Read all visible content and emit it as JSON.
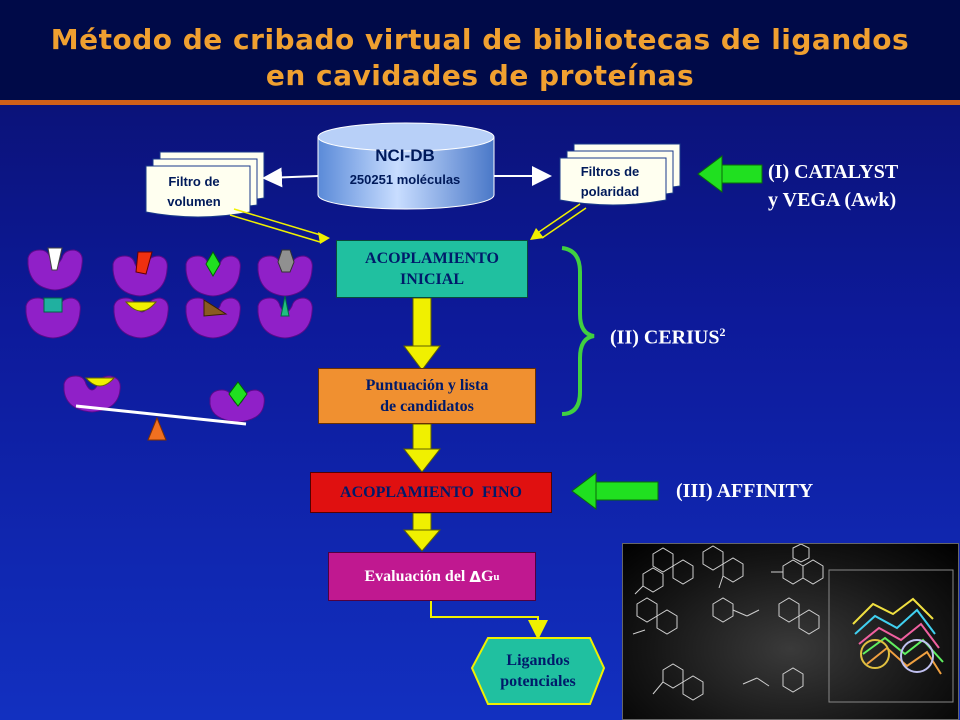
{
  "title": {
    "line1": "Método de cribado virtual de bibliotecas de ligandos",
    "line2": "en cavidades de proteínas"
  },
  "database": {
    "name": "NCI-DB",
    "count": "250251 moléculas"
  },
  "filters": {
    "volume_line1": "Filtro de",
    "volume_line2": "volumen",
    "polarity_line1": "Filtros de",
    "polarity_line2": "polaridad"
  },
  "steps": {
    "initial_docking_line1": "ACOPLAMIENTO",
    "initial_docking_line2": "INICIAL",
    "scoring_line1": "Puntuación y lista",
    "scoring_line2": "de candidatos",
    "fine_docking": "ACOPLAMIENTO  FINO",
    "evaluation_prefix": "Evaluación del ",
    "evaluation_delta": "Δ",
    "evaluation_g": "G",
    "evaluation_sub": "u",
    "ligands_line1": "Ligandos",
    "ligands_line2": "potenciales"
  },
  "software": {
    "catalyst_line1": "(I) CATALYST",
    "catalyst_line2": "y VEGA (Awk)",
    "cerius": "(II) CERIUS",
    "cerius_sup": "2",
    "affinity": "(III) AFFINITY"
  },
  "colors": {
    "title_text": "#f0a030",
    "teal_box": "#20c0a0",
    "orange_box": "#f09030",
    "red_box": "#e01010",
    "magenta_box": "#c01890",
    "yellow_arrow": "#f0f000",
    "green_arrow": "#20e020",
    "green_bracket": "#40d040",
    "protein_purple": "#9020c8"
  }
}
